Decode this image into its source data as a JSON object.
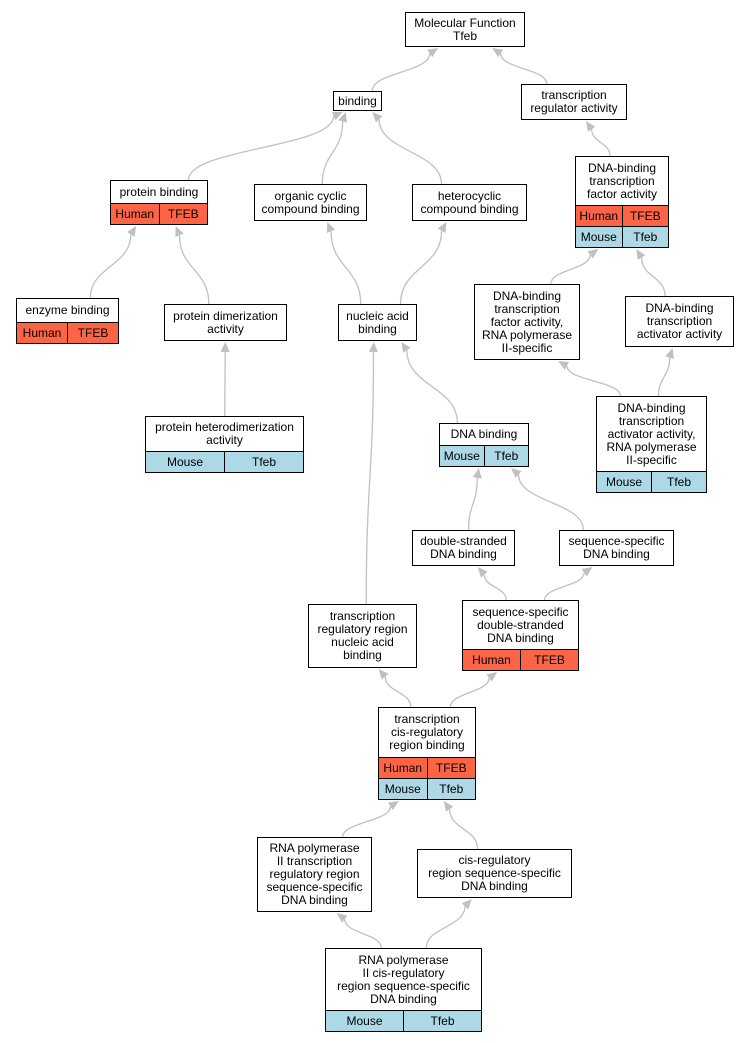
{
  "colors": {
    "human": "#fc6446",
    "mouse": "#add8e6",
    "edge": "#c0c0c0",
    "border": "#000000"
  },
  "nodes": [
    {
      "id": "root",
      "lines": [
        "Molecular Function",
        "Tfeb"
      ],
      "rows": []
    },
    {
      "id": "binding",
      "lines": [
        "binding"
      ],
      "rows": []
    },
    {
      "id": "tra",
      "lines": [
        "transcription",
        "regulator activity"
      ],
      "rows": []
    },
    {
      "id": "protein_binding",
      "lines": [
        "protein binding"
      ],
      "rows": [
        {
          "org": "Human",
          "gene": "TFEB"
        }
      ]
    },
    {
      "id": "organic_cyclic",
      "lines": [
        "organic cyclic",
        "compound binding"
      ],
      "rows": []
    },
    {
      "id": "heterocyclic",
      "lines": [
        "heterocyclic",
        "compound binding"
      ],
      "rows": []
    },
    {
      "id": "dbtfa",
      "lines": [
        "DNA-binding",
        "transcription",
        "factor activity"
      ],
      "rows": [
        {
          "org": "Human",
          "gene": "TFEB"
        },
        {
          "org": "Mouse",
          "gene": "Tfeb"
        }
      ]
    },
    {
      "id": "enzyme_binding",
      "lines": [
        "enzyme binding"
      ],
      "rows": [
        {
          "org": "Human",
          "gene": "TFEB"
        }
      ]
    },
    {
      "id": "protein_dimerization",
      "lines": [
        "protein dimerization",
        "activity"
      ],
      "rows": []
    },
    {
      "id": "nucleic_acid",
      "lines": [
        "nucleic acid",
        "binding"
      ],
      "rows": []
    },
    {
      "id": "dbtfa_pol2",
      "lines": [
        "DNA-binding",
        "transcription",
        "factor activity,",
        "RNA polymerase",
        "II-specific"
      ],
      "rows": []
    },
    {
      "id": "dbtaa",
      "lines": [
        "DNA-binding",
        "transcription",
        "activator activity"
      ],
      "rows": []
    },
    {
      "id": "protein_heterodim",
      "lines": [
        "protein heterodimerization",
        "activity"
      ],
      "rows": [
        {
          "org": "Mouse",
          "gene": "Tfeb"
        }
      ]
    },
    {
      "id": "dna_binding",
      "lines": [
        "DNA binding"
      ],
      "rows": [
        {
          "org": "Mouse",
          "gene": "Tfeb"
        }
      ]
    },
    {
      "id": "dbtaa_pol2",
      "lines": [
        "DNA-binding",
        "transcription",
        "activator activity,",
        "RNA polymerase",
        "II-specific"
      ],
      "rows": [
        {
          "org": "Mouse",
          "gene": "Tfeb"
        }
      ]
    },
    {
      "id": "ds_dna",
      "lines": [
        "double-stranded",
        "DNA binding"
      ],
      "rows": []
    },
    {
      "id": "ss_dna",
      "lines": [
        "sequence-specific",
        "DNA binding"
      ],
      "rows": []
    },
    {
      "id": "ssds_dna",
      "lines": [
        "sequence-specific",
        "double-stranded",
        "DNA binding"
      ],
      "rows": [
        {
          "org": "Human",
          "gene": "TFEB"
        }
      ]
    },
    {
      "id": "trr_na",
      "lines": [
        "transcription",
        "regulatory region",
        "nucleic acid",
        "binding"
      ],
      "rows": []
    },
    {
      "id": "tcrr",
      "lines": [
        "transcription",
        "cis-regulatory",
        "region binding"
      ],
      "rows": [
        {
          "org": "Human",
          "gene": "TFEB"
        },
        {
          "org": "Mouse",
          "gene": "Tfeb"
        }
      ]
    },
    {
      "id": "pol2_trr",
      "lines": [
        "RNA polymerase",
        "II transcription",
        "regulatory region",
        "sequence-specific",
        "DNA binding"
      ],
      "rows": []
    },
    {
      "id": "crr_ss",
      "lines": [
        "cis-regulatory",
        "region sequence-specific",
        "DNA binding"
      ],
      "rows": []
    },
    {
      "id": "pol2_cr",
      "lines": [
        "RNA polymerase",
        "II cis-regulatory",
        "region sequence-specific",
        "DNA binding"
      ],
      "rows": [
        {
          "org": "Mouse",
          "gene": "Tfeb"
        }
      ]
    }
  ],
  "edges": [
    [
      "binding",
      "root"
    ],
    [
      "tra",
      "root"
    ],
    [
      "protein_binding",
      "binding"
    ],
    [
      "organic_cyclic",
      "binding"
    ],
    [
      "heterocyclic",
      "binding"
    ],
    [
      "dbtfa",
      "tra"
    ],
    [
      "enzyme_binding",
      "protein_binding"
    ],
    [
      "protein_dimerization",
      "protein_binding"
    ],
    [
      "nucleic_acid",
      "organic_cyclic"
    ],
    [
      "nucleic_acid",
      "heterocyclic"
    ],
    [
      "dbtfa_pol2",
      "dbtfa"
    ],
    [
      "dbtaa",
      "dbtfa"
    ],
    [
      "protein_heterodim",
      "protein_dimerization"
    ],
    [
      "dna_binding",
      "nucleic_acid"
    ],
    [
      "trr_na",
      "nucleic_acid"
    ],
    [
      "dbtaa_pol2",
      "dbtfa_pol2"
    ],
    [
      "dbtaa_pol2",
      "dbtaa"
    ],
    [
      "ds_dna",
      "dna_binding"
    ],
    [
      "ss_dna",
      "dna_binding"
    ],
    [
      "ssds_dna",
      "ds_dna"
    ],
    [
      "ssds_dna",
      "ss_dna"
    ],
    [
      "tcrr",
      "trr_na"
    ],
    [
      "tcrr",
      "ssds_dna"
    ],
    [
      "pol2_trr",
      "tcrr"
    ],
    [
      "crr_ss",
      "tcrr"
    ],
    [
      "pol2_cr",
      "pol2_trr"
    ],
    [
      "pol2_cr",
      "crr_ss"
    ]
  ]
}
